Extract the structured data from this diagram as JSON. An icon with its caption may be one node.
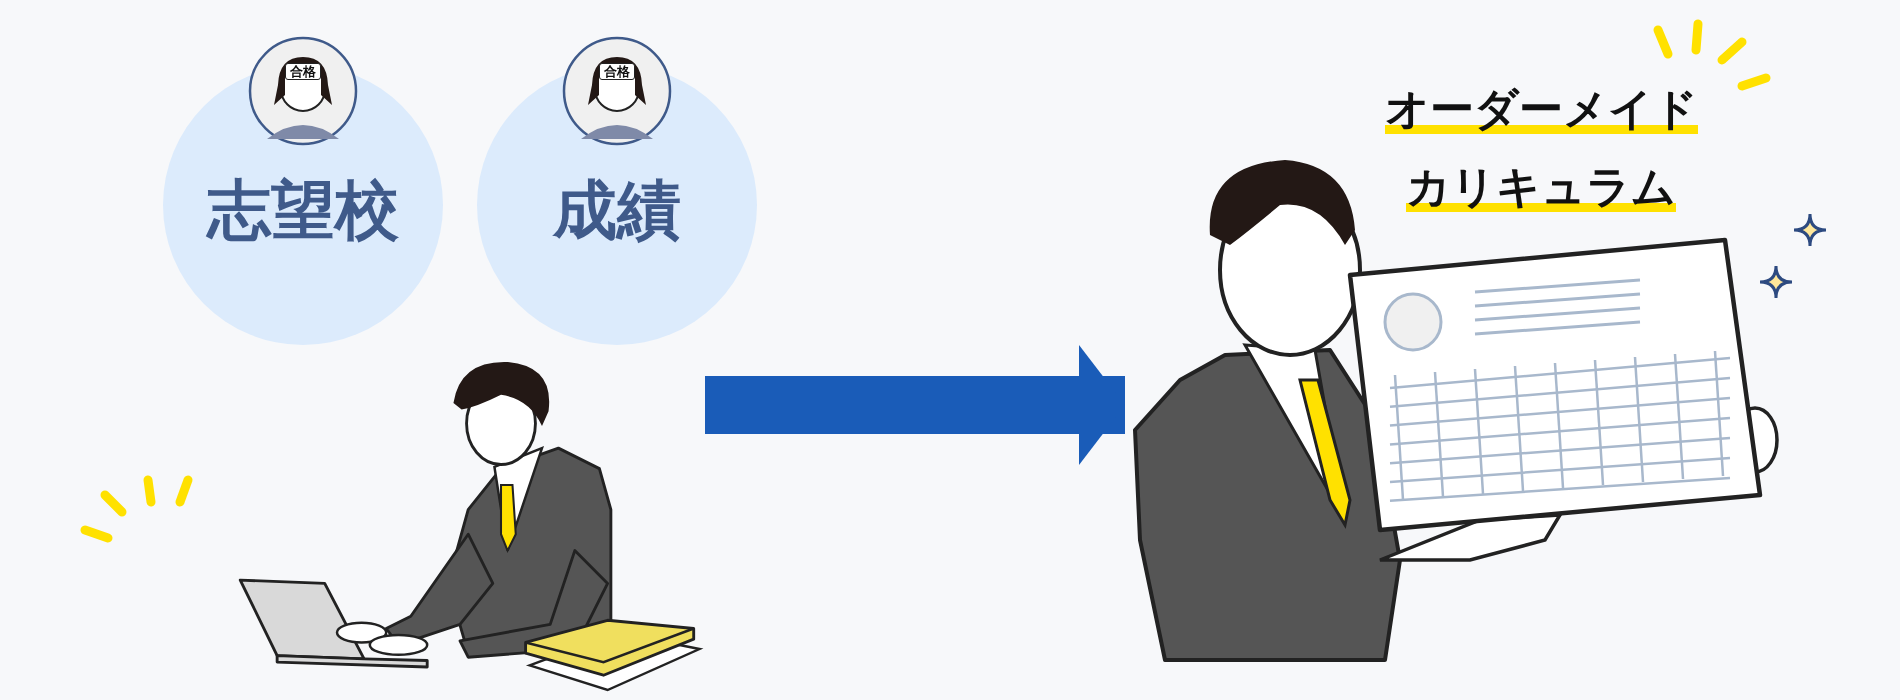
{
  "diagram": {
    "nodes": [
      {
        "text": [
          "志望校"
        ]
      },
      {
        "text": [
          "成績"
        ]
      },
      {
        "text": [],
        "shape": "picture"
      },
      {
        "text": [
          "オーダーメイドカリキュラム"
        ]
      }
    ],
    "edges": [
      {
        "from": 2,
        "to": 3,
        "arrow": "to"
      }
    ],
    "labels": [
      "合格",
      "合格"
    ]
  }
}
